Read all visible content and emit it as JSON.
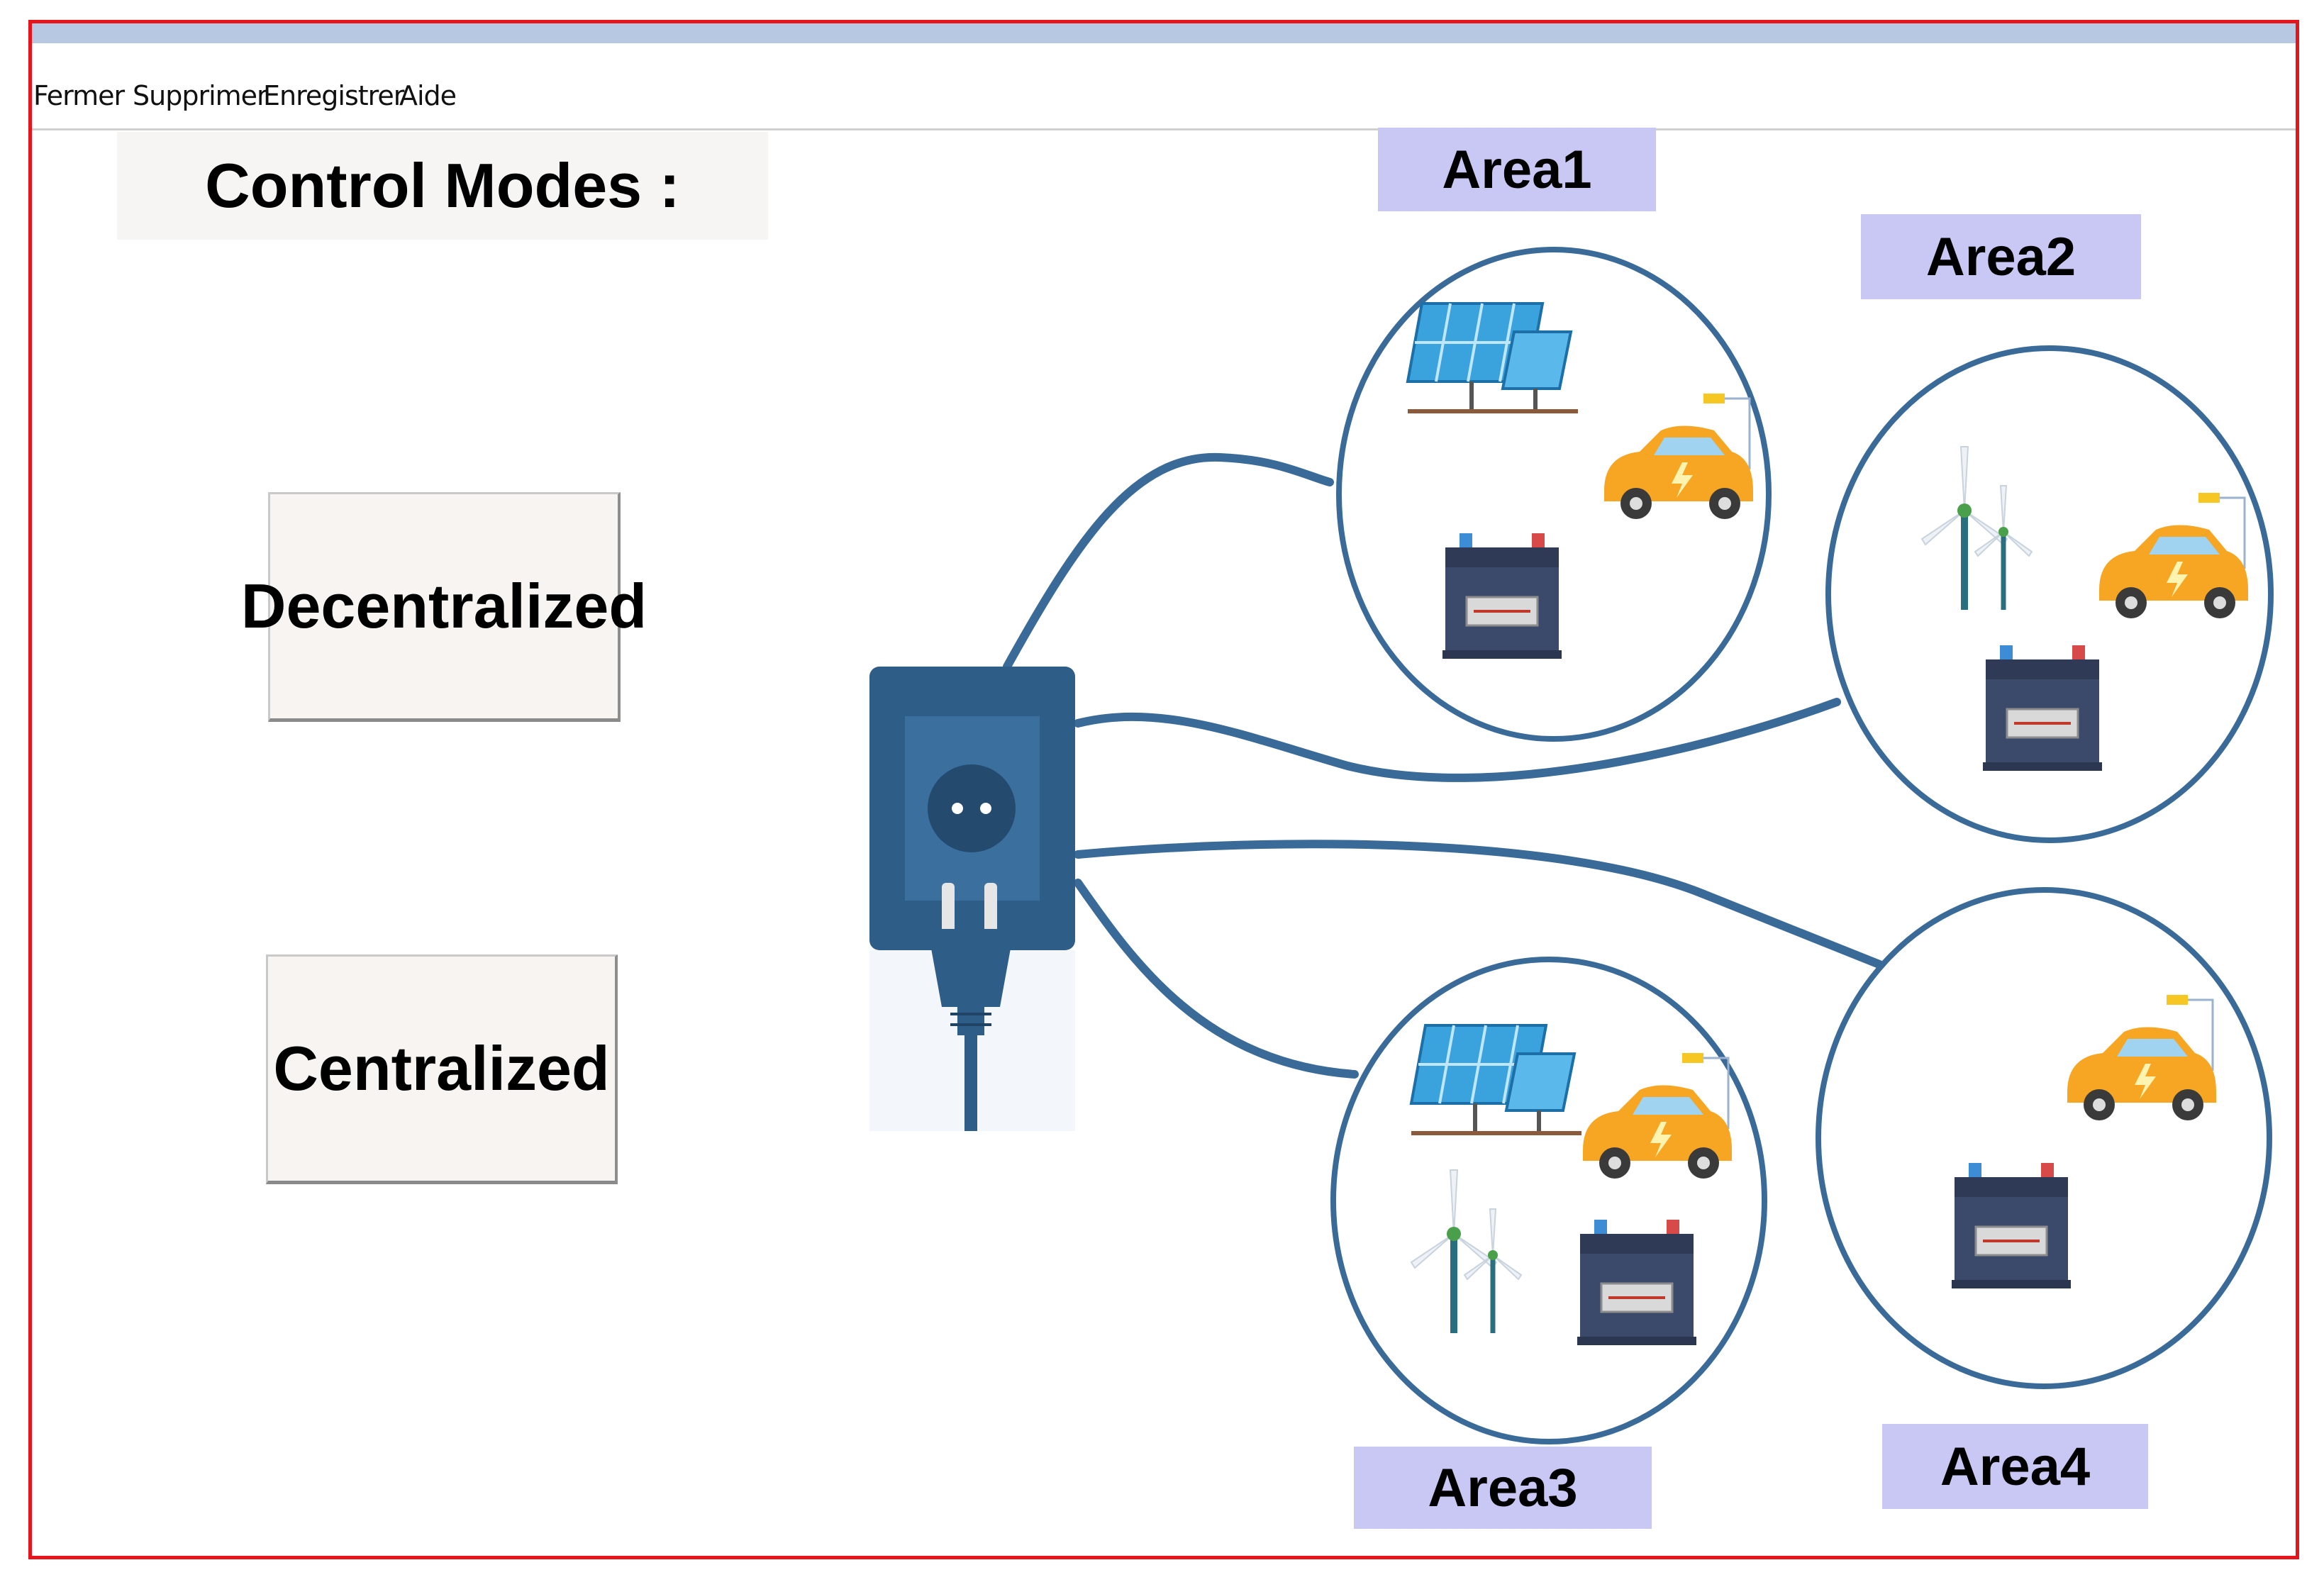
{
  "menu": {
    "items": [
      {
        "label": "Fermer"
      },
      {
        "label": "Supprimer"
      },
      {
        "label": "Enregistrer"
      },
      {
        "label": "Aide"
      }
    ]
  },
  "control": {
    "title": "Control Modes :",
    "decentralized_label": "Decentralized",
    "centralized_label": "Centralized"
  },
  "areas": [
    {
      "label": "Area1",
      "devices": [
        "solar-panel",
        "electric-car",
        "battery"
      ]
    },
    {
      "label": "Area2",
      "devices": [
        "wind-turbine",
        "electric-car",
        "battery"
      ]
    },
    {
      "label": "Area3",
      "devices": [
        "solar-panel",
        "electric-car",
        "wind-turbine",
        "battery"
      ]
    },
    {
      "label": "Area4",
      "devices": [
        "electric-car",
        "battery"
      ]
    }
  ],
  "colors": {
    "frame": "#e8141b",
    "cable": "#3a6a98",
    "area_label_bg": "#c9c7f3",
    "socket": "#2e5d88",
    "car": "#f6a623"
  }
}
